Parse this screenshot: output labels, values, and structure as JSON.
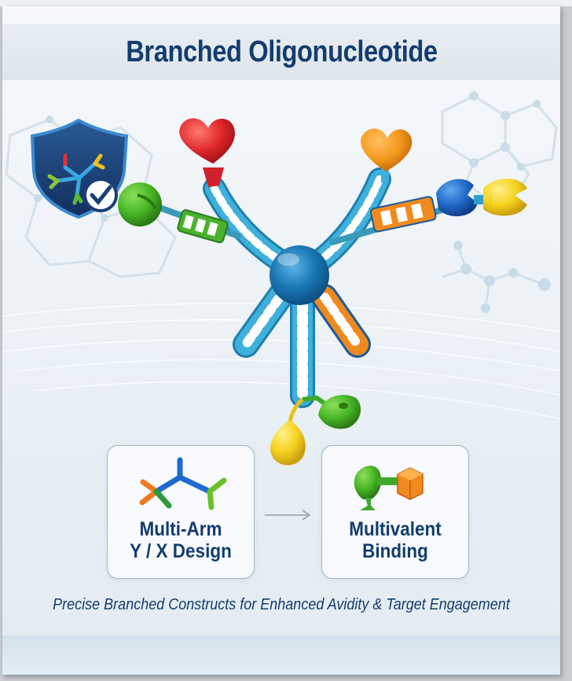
{
  "header": {
    "title": "Branched Oligonucleotide"
  },
  "illustration": {
    "badge_icon": "shield-check-icon",
    "hub": "central-core-sphere",
    "arms": [
      {
        "color": "#2f9fd0",
        "ligand": "red-heart",
        "ligand_color": "#e0262a"
      },
      {
        "color": "#4bb22f",
        "ligand": "green-hook",
        "ligand_color": "#46b424"
      },
      {
        "color": "#2f9fd0",
        "ligand": "orange-heart",
        "ligand_color": "#f39a1e"
      },
      {
        "color": "#f08a1e",
        "ligand": "blue-wrench",
        "ligand_color": "#1e66c4"
      },
      {
        "color": "#2f9fd0",
        "ligand": "yellow-wrench",
        "ligand_color": "#f6d21e"
      },
      {
        "color": "#2f9fd0",
        "ligand": "yellow-drop",
        "ligand_color": "#f2cc1a"
      },
      {
        "color": "#f08a1e",
        "ligand": "none",
        "ligand_color": ""
      },
      {
        "color": "#2f9fd0",
        "ligand": "green-leaf",
        "ligand_color": "#3fa82a"
      }
    ]
  },
  "panels": [
    {
      "icon": "multi-arm-molecule-icon",
      "line1": "Multi-Arm",
      "line2": "Y / X Design"
    },
    {
      "icon": "ligand-target-binding-icon",
      "line1": "Multivalent",
      "line2": "Binding"
    }
  ],
  "arrow_icon": "arrow-right-icon",
  "tagline": "Precise Branched Constructs for Enhanced Avidity & Target Engagement",
  "colors": {
    "title": "#143c6e",
    "hub": "#1a78b4",
    "strand_blue": "#2f9fd0",
    "strand_orange": "#f08a1e",
    "strand_green": "#4bb22f"
  }
}
